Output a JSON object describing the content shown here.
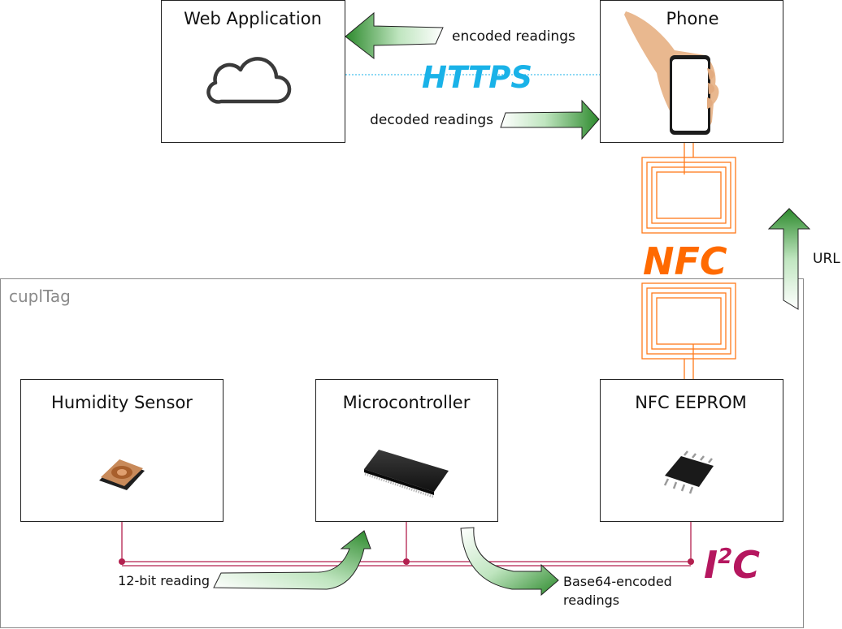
{
  "web_app": {
    "title": "Web Application",
    "icon": "cloud-icon"
  },
  "phone": {
    "title": "Phone",
    "image": "hand-holding-phone"
  },
  "arrows": {
    "encoded": "encoded readings",
    "decoded": "decoded readings",
    "url": "URL",
    "reading": "12-bit reading",
    "base64_line1": "Base64-encoded",
    "base64_line2": "readings"
  },
  "protocols": {
    "https": "HTTPS",
    "nfc": "NFC",
    "i2c_base": "I",
    "i2c_sup": "2",
    "i2c_end": "C"
  },
  "group": {
    "label": "cuplTag"
  },
  "components": {
    "sensor": {
      "title": "Humidity Sensor",
      "image": "humidity-sensor-chip"
    },
    "mcu": {
      "title": "Microcontroller",
      "image": "microcontroller-chip"
    },
    "eeprom": {
      "title": "NFC EEPROM",
      "image": "eeprom-chip"
    }
  },
  "colors": {
    "https": "#19b2e8",
    "nfc": "#ff6a00",
    "antenna": "#ff7a1a",
    "i2c": "#b5175f",
    "bus": "#b3204f",
    "arrow_dark": "#2d8a2d",
    "group_border": "#8a8a8a"
  }
}
